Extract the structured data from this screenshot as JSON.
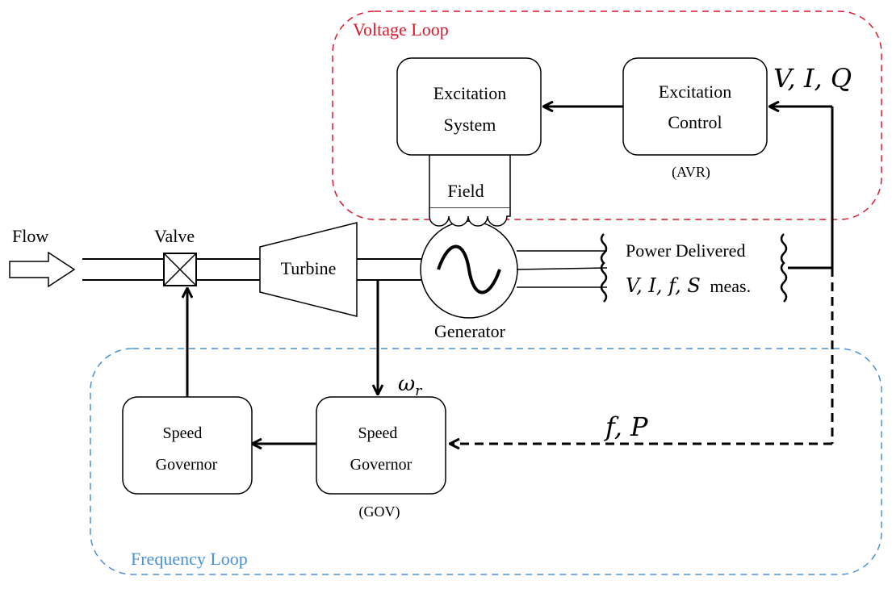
{
  "colors": {
    "voltage_loop": "#d9182d",
    "frequency_loop": "#4a90d9",
    "stroke": "#000000"
  },
  "loops": {
    "voltage": "Voltage Loop",
    "frequency": "Frequency Loop"
  },
  "inputs": {
    "flow": "Flow",
    "valve": "Valve"
  },
  "blocks": {
    "turbine": "Turbine",
    "generator": "Generator",
    "field": "Field",
    "excitation_system": [
      "Excitation",
      "System"
    ],
    "excitation_control": [
      "Excitation",
      "Control"
    ],
    "avr": "(AVR)",
    "speed_governor_left": [
      "Speed",
      "Governor"
    ],
    "speed_governor_right": [
      "Speed",
      "Governor"
    ],
    "gov": "(GOV)"
  },
  "output": {
    "power_delivered": "Power Delivered",
    "measurements_vars": "V, I, f, S",
    "measurements_suffix": "meas."
  },
  "signals": {
    "voltage_feedback": "V,  I,  Q",
    "frequency_feedback": "f,  P",
    "omega_base": "ω",
    "omega_sub": "r"
  },
  "icons": {
    "generator_symbol": "sine-wave-icon",
    "valve_symbol": "valve-cross-icon",
    "flow_symbol": "flow-arrow-icon",
    "breaks": "wavy-break-icon"
  }
}
